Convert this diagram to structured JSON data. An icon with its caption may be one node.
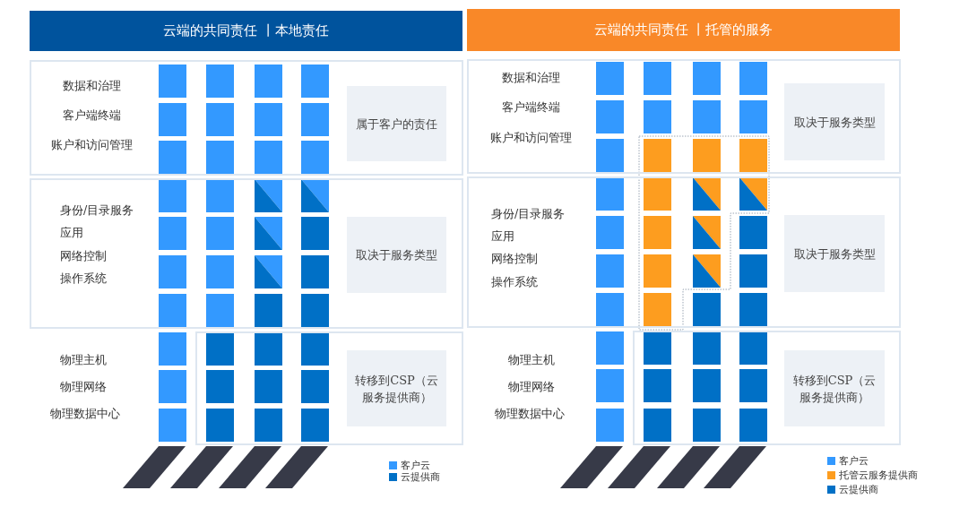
{
  "diagram": {
    "nodes": [
      {
        "text": [
          "云端的共同责任 丨本地责任"
        ]
      },
      {
        "text": [],
        "shape": "box"
      },
      {
        "text": [
          "属于客户的责任"
        ],
        "in": 1
      },
      {
        "text": [],
        "shape": "box"
      },
      {
        "text": [
          "取决于服务类型"
        ],
        "in": 3
      },
      {
        "text": [],
        "shape": "box"
      },
      {
        "text": [
          "转移到CSP（云服务提供商）"
        ],
        "in": 5
      },
      {
        "text": [
          "云端的共同责任 丨托管的服务"
        ]
      },
      {
        "text": [],
        "shape": "box"
      },
      {
        "text": [
          "取决于服务类型"
        ],
        "in": 8
      },
      {
        "text": [],
        "shape": "box"
      },
      {
        "text": [
          "取决于服务类型"
        ],
        "in": 10
      },
      {
        "text": [],
        "shape": "box"
      },
      {
        "text": [
          "转移到CSP（云服务提供商）"
        ],
        "in": 12
      }
    ],
    "labels": [
      "数据和治理",
      "客户端终端",
      "账户和访问管理",
      "身份/目录服务",
      "应用",
      "网络控制",
      "操作系统",
      "物理主机",
      "物理网络",
      "物理数据中心",
      "数据和治理",
      "客户端终端",
      "账户和访问管理",
      "身份/目录服务",
      "应用",
      "网络控制",
      "操作系统",
      "物理主机",
      "物理网络",
      "物理数据中心"
    ],
    "legend": [
      {
        "text": "客户云",
        "color": "#3399ff"
      },
      {
        "text": "云提供商",
        "color": "#0070c6"
      },
      {
        "text": "客户云",
        "color": "#3399ff"
      },
      {
        "text": "托管云服务提供商",
        "color": "#fd9d1f"
      },
      {
        "text": "云提供商",
        "color": "#0070c6"
      }
    ]
  }
}
